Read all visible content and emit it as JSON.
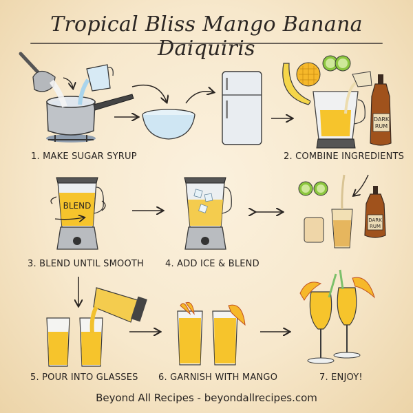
{
  "title": "Tropical Bliss Mango Banana Daiquiris",
  "steps": [
    {
      "label": "1. MAKE SUGAR SYRUP",
      "illustration": "saucepan-sugar-water"
    },
    {
      "label": "2. COMBINE INGREDIENTS",
      "illustration": "blender-mango-banana-lime-rum"
    },
    {
      "label": "3. BLEND UNTIL SMOOTH",
      "illustration": "blender-blend",
      "blender_text": "BLEND"
    },
    {
      "label": "4. ADD ICE & BLEND",
      "illustration": "blender-ice"
    },
    {
      "label": "5. POUR INTO GLASSES",
      "illustration": "pour-glasses"
    },
    {
      "label": "6. GARNISH WITH MANGO",
      "illustration": "glasses-mango-garnish"
    },
    {
      "label": "7. ENJOY!",
      "illustration": "hurricane-glasses"
    }
  ],
  "bottle_labels": {
    "top": "DARK\nRUM",
    "side": "DARK\nRUM"
  },
  "footer": "Beyond All Recipes - beyondallrecipes.com",
  "colors": {
    "background": "#f7e8cc",
    "ink": "#2a2522",
    "mango": "#f2c12e",
    "rum": "#a0521c",
    "lime": "#8cc63f",
    "steel": "#b9bcc0",
    "water": "#bfe0f0"
  }
}
